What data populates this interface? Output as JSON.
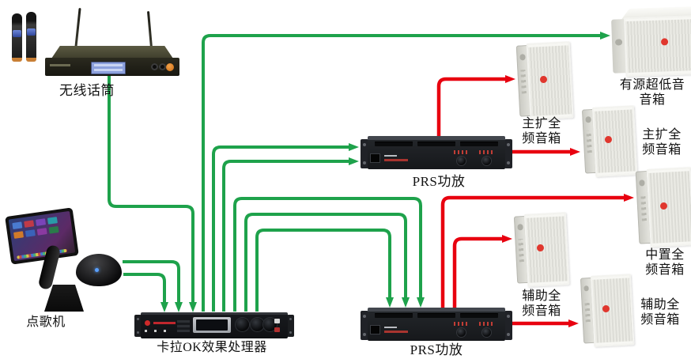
{
  "colors": {
    "signal_green": "#1ea24b",
    "signal_red": "#e8000f",
    "speaker_dot": "#e0372e"
  },
  "devices": {
    "wireless_mic": {
      "label": "无线话筒"
    },
    "song_machine": {
      "label": "点歌机"
    },
    "processor": {
      "label": "卡拉OK效果处理器"
    },
    "amp_top": {
      "label": "PRS功放"
    },
    "amp_bottom": {
      "label": "PRS功放"
    },
    "subwoofer": {
      "label_line1": "有源超低音",
      "label_line2": "音箱"
    },
    "speaker_main_left": {
      "label_line1": "主扩全",
      "label_line2": "频音箱"
    },
    "speaker_main_right": {
      "label_line1": "主扩全",
      "label_line2": "频音箱"
    },
    "speaker_center": {
      "label_line1": "中置全",
      "label_line2": "频音箱"
    },
    "speaker_aux_left": {
      "label_line1": "辅助全",
      "label_line2": "频音箱"
    },
    "speaker_aux_right": {
      "label_line1": "辅助全",
      "label_line2": "频音箱"
    }
  },
  "connections": [
    {
      "from": "wireless_mic",
      "to": "processor",
      "color": "green"
    },
    {
      "from": "dome_controller",
      "to": "processor",
      "color": "green"
    },
    {
      "from": "dome_controller",
      "to": "processor",
      "color": "green"
    },
    {
      "from": "processor",
      "to": "subwoofer",
      "color": "green"
    },
    {
      "from": "processor",
      "to": "amp_top",
      "color": "green"
    },
    {
      "from": "processor",
      "to": "amp_top",
      "color": "green"
    },
    {
      "from": "processor",
      "to": "amp_bottom",
      "color": "green"
    },
    {
      "from": "processor",
      "to": "amp_bottom",
      "color": "green"
    },
    {
      "from": "processor",
      "to": "amp_bottom",
      "color": "green"
    },
    {
      "from": "amp_top",
      "to": "speaker_main_left",
      "color": "red"
    },
    {
      "from": "amp_top",
      "to": "speaker_main_right",
      "color": "red"
    },
    {
      "from": "amp_bottom",
      "to": "speaker_center",
      "color": "red"
    },
    {
      "from": "amp_bottom",
      "to": "speaker_aux_left",
      "color": "red"
    },
    {
      "from": "amp_bottom",
      "to": "speaker_aux_right",
      "color": "red"
    }
  ]
}
